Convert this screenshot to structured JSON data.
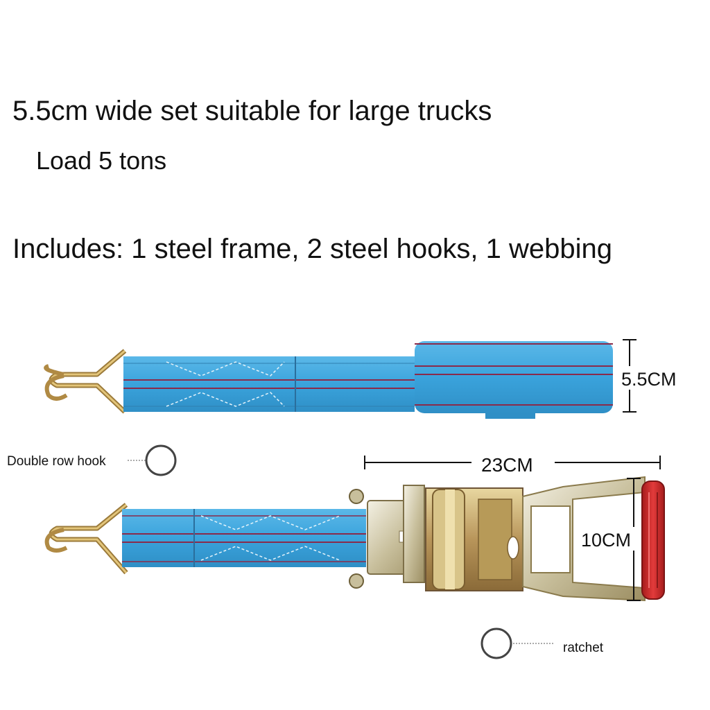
{
  "headline": "5.5cm wide set suitable for large trucks",
  "load": "Load 5 tons",
  "includes": "Includes: 1 steel frame, 2 steel hooks, 1 webbing",
  "dimensions": {
    "width": "5.5CM",
    "length": "23CM",
    "height": "10CM"
  },
  "callouts": {
    "hook": "Double row hook",
    "ratchet": "ratchet"
  },
  "colors": {
    "webbing": "#3aa3dc",
    "webbing_stripe": "#8a2a4a",
    "handle": "#d42a2a",
    "hook_metal": "#c9a24a"
  }
}
